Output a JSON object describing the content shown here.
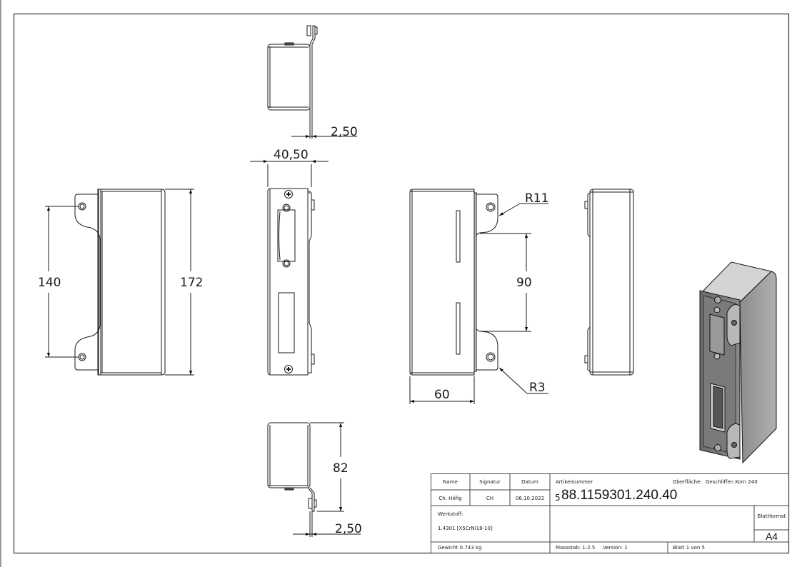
{
  "drawing": {
    "dimensions": {
      "top_view_thickness": "2,50",
      "front_width": "40,50",
      "hole_spacing": "140",
      "overall_height": "172",
      "bracket_radius_large": "R11",
      "bracket_radius_small": "R3",
      "cutout_height": "90",
      "side_depth": "60",
      "bottom_view_depth": "82",
      "bottom_view_thickness": "2,50"
    },
    "views": [
      "top-view",
      "left-side-view",
      "front-view",
      "right-side-view",
      "far-right-view",
      "bottom-view",
      "isometric-view"
    ]
  },
  "title_block": {
    "name_header": "Name",
    "signature_header": "Signatur",
    "date_header": "Datum",
    "name_value": "Ch. Höfig",
    "signature_value": "CH",
    "date_value": "06.10.2022",
    "article_label": "Artikelnummer",
    "article_prefix": "5",
    "article_number": "88.1159301.240.40",
    "surface_label": "Oberfläche:",
    "surface_value": "Geschliffen Korn 240",
    "material_label": "Werkstoff:",
    "material_value": "1.4301 [X5CrNi18-10]",
    "sheet_format_label": "Blattformat",
    "sheet_format_value": "A4",
    "weight": "Gewicht 0.743 kg",
    "scale": "Massstab: 1:2.5",
    "version": "Version: 1",
    "sheet": "Blatt 1 von 5"
  }
}
